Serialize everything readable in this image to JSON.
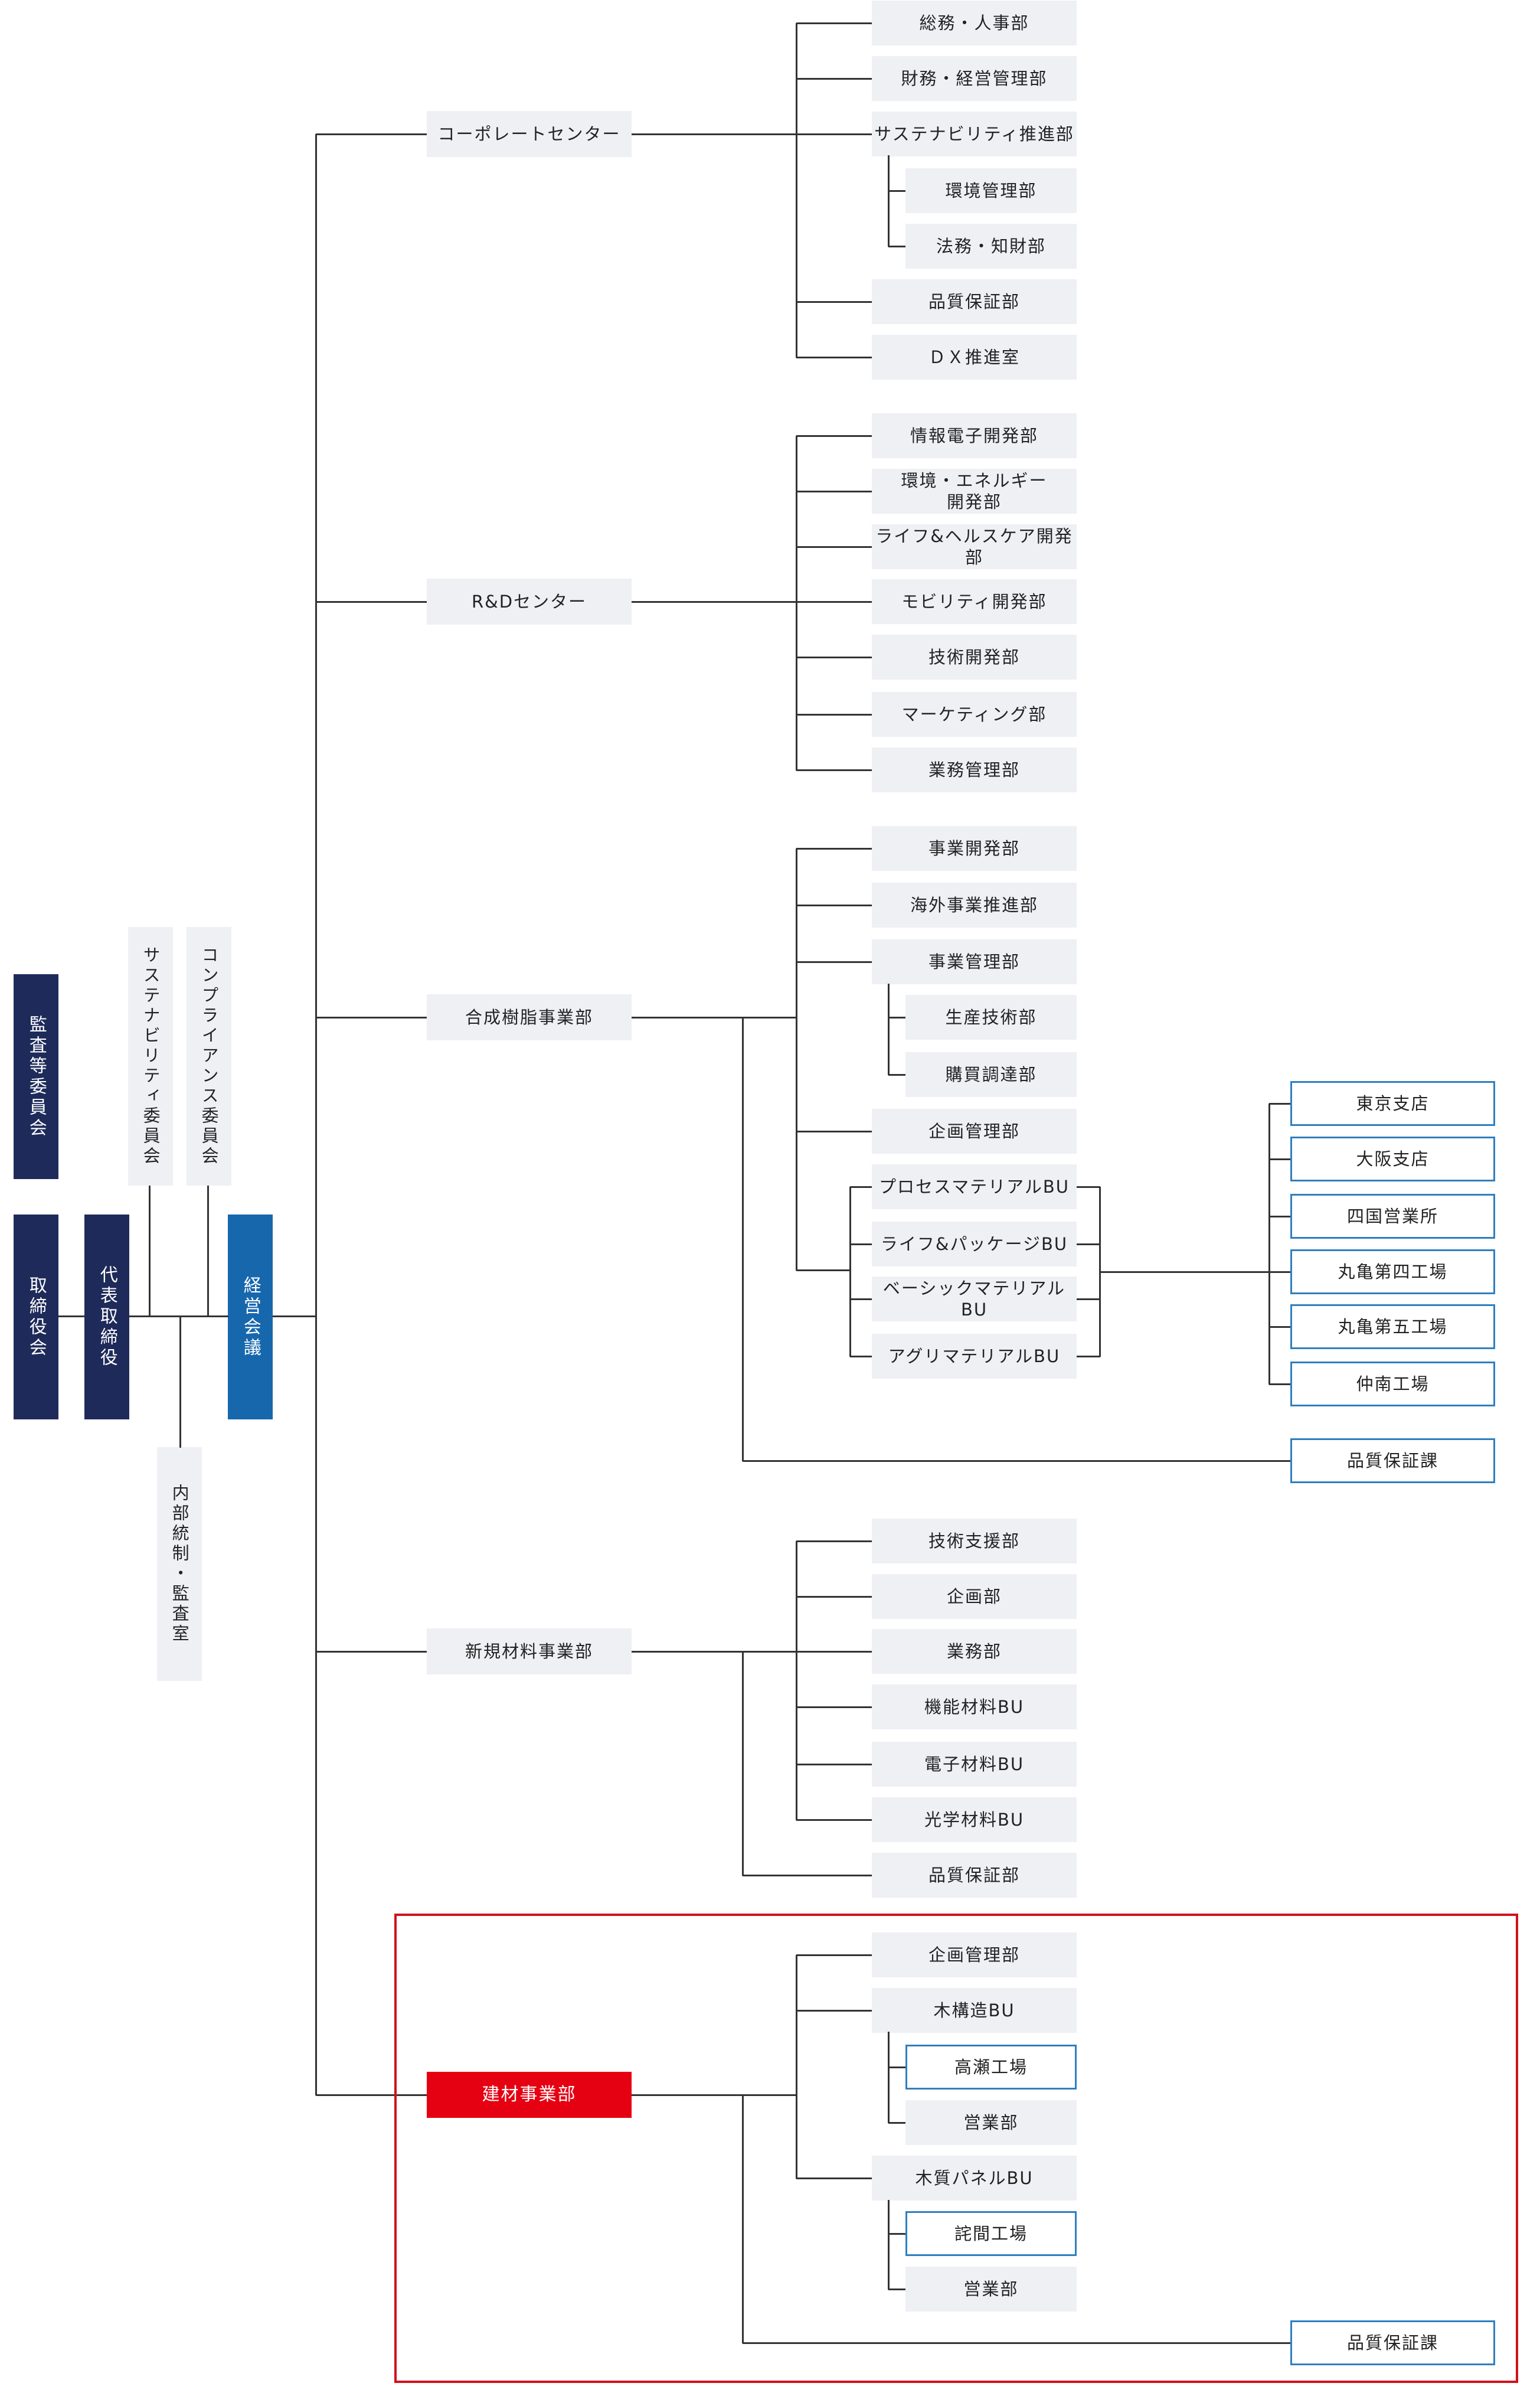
{
  "governance": {
    "audit_committee": "監査等委員会",
    "board": "取締役会",
    "representative_director": "代表取締役",
    "sustainability_committee": "サステナビリティ委員会",
    "compliance_committee": "コンプライアンス委員会",
    "internal_control": "内部統制・監査室",
    "management_meeting": "経営会議"
  },
  "divisions": {
    "corporate": {
      "name": "コーポレートセンター",
      "units": {
        "general_affairs": "総務・人事部",
        "finance": "財務・経営管理部",
        "sustainability": "サステナビリティ推進部",
        "environment": "環境管理部",
        "legal": "法務・知財部",
        "quality": "品質保証部",
        "dx": "ＤＸ推進室"
      }
    },
    "rnd": {
      "name": "R&Dセンター",
      "units": {
        "electronics": "情報電子開発部",
        "env_energy": "環境・エネルギー\n開発部",
        "life_health": "ライフ&ヘルスケア開発部",
        "mobility": "モビリティ開発部",
        "tech_dev": "技術開発部",
        "marketing": "マーケティング部",
        "operations": "業務管理部"
      }
    },
    "resin": {
      "name": "合成樹脂事業部",
      "units": {
        "biz_dev": "事業開発部",
        "overseas": "海外事業推進部",
        "biz_mgmt": "事業管理部",
        "production": "生産技術部",
        "procurement": "購買調達部",
        "planning": "企画管理部",
        "process_bu": "プロセスマテリアルBU",
        "life_package_bu": "ライフ&パッケージBU",
        "basic_bu": "ベーシックマテリアルBU",
        "agri_bu": "アグリマテリアルBU",
        "quality": "品質保証課"
      },
      "sites": {
        "tokyo": "東京支店",
        "osaka": "大阪支店",
        "shikoku": "四国営業所",
        "marugame4": "丸亀第四工場",
        "marugame5": "丸亀第五工場",
        "chunan": "仲南工場"
      }
    },
    "newmat": {
      "name": "新規材料事業部",
      "units": {
        "tech_support": "技術支援部",
        "planning": "企画部",
        "operations": "業務部",
        "functional_bu": "機能材料BU",
        "electronic_bu": "電子材料BU",
        "optical_bu": "光学材料BU",
        "quality": "品質保証部"
      }
    },
    "building": {
      "name": "建材事業部",
      "units": {
        "planning": "企画管理部",
        "wood_bu": "木構造BU",
        "takase": "高瀬工場",
        "sales1": "営業部",
        "panel_bu": "木質パネルBU",
        "takuma": "詫間工場",
        "sales2": "営業部",
        "quality": "品質保証課"
      }
    }
  }
}
